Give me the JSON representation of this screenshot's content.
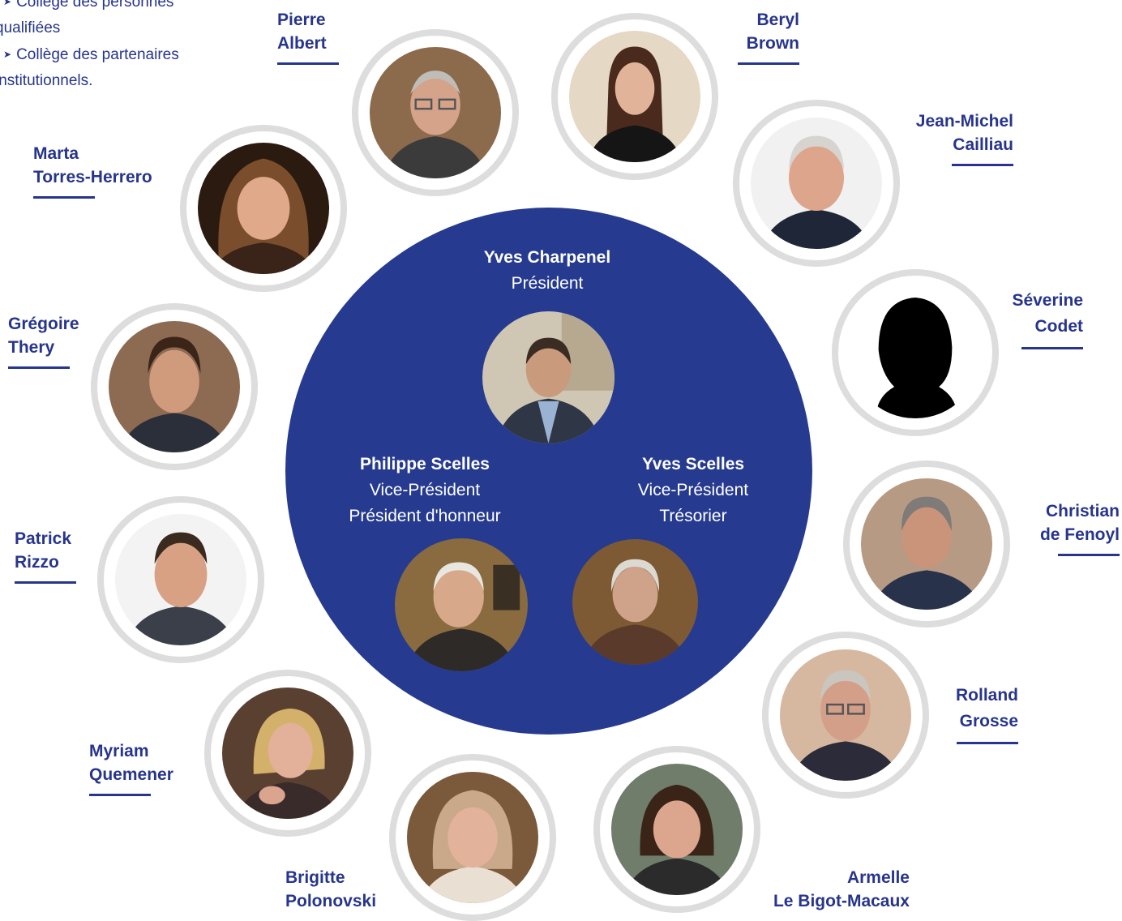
{
  "intro": {
    "line1": "Collège des personnes",
    "line2": "qualifiées",
    "line3": "Collège des partenaires",
    "line4": "institutionnels."
  },
  "colors": {
    "brand_blue": "#263b8f",
    "ring_grey": "#dddddd",
    "text_blue": "#27358c"
  },
  "bureau": {
    "president": {
      "name": "Yves Charpenel",
      "role": "Président"
    },
    "vp1": {
      "name": "Philippe Scelles",
      "role1": "Vice-Président",
      "role2": "Président d'honneur"
    },
    "vp2": {
      "name": "Yves Scelles",
      "role1": "Vice-Président",
      "role2": "Trésorier"
    }
  },
  "members": [
    {
      "id": "pierre-albert",
      "line1": "Pierre",
      "line2": "Albert"
    },
    {
      "id": "beryl-brown",
      "line1": "Beryl",
      "line2": "Brown"
    },
    {
      "id": "jean-michel-cailliau",
      "line1": "Jean-Michel",
      "line2": "Cailliau"
    },
    {
      "id": "severine-codet",
      "line1": "Séverine",
      "line2": "Codet"
    },
    {
      "id": "christian-de-fenoyl",
      "line1": "Christian",
      "line2": "de Fenoyl"
    },
    {
      "id": "rolland-grosse",
      "line1": "Rolland",
      "line2": "Grosse"
    },
    {
      "id": "armelle-le-bigot-macaux",
      "line1": "Armelle",
      "line2": "Le Bigot-Macaux"
    },
    {
      "id": "brigitte-polonovski",
      "line1": "Brigitte",
      "line2": "Polonovski"
    },
    {
      "id": "myriam-quemener",
      "line1": "Myriam",
      "line2": "Quemener"
    },
    {
      "id": "patrick-rizzo",
      "line1": "Patrick",
      "line2": "Rizzo"
    },
    {
      "id": "gregoire-thery",
      "line1": "Grégoire",
      "line2": "Thery"
    },
    {
      "id": "marta-torres-herrero",
      "line1": "Marta",
      "line2": "Torres-Herrero"
    }
  ]
}
